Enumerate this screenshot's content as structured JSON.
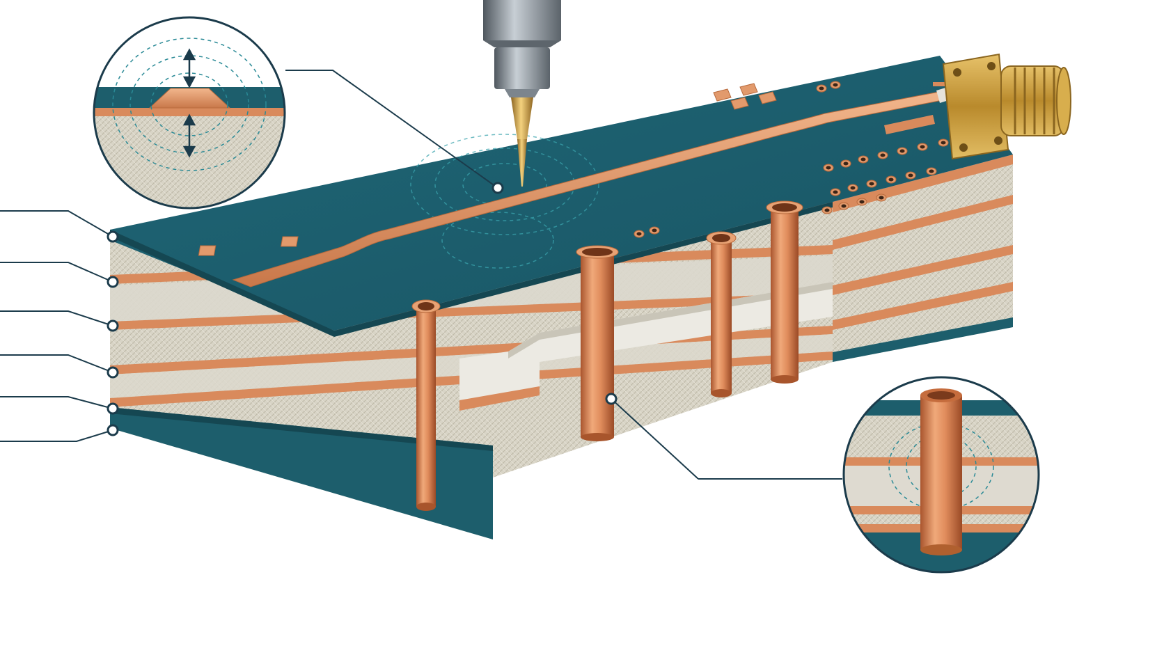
{
  "figure": {
    "subject": "pcb-stackup-cross-section",
    "colors": {
      "background": "#ffffff",
      "solder_mask": "#1d5e6c",
      "solder_mask_dark": "#154752",
      "copper": "#d98a5c",
      "copper_light": "#f0b48c",
      "dielectric": "#d9d6cb",
      "dielectric_dark": "#bcb8aa",
      "leader_line": "#1b3b4b",
      "probe_steel": "#7c858d",
      "probe_gold": "#c99a3e",
      "connector_gold": "#c7962f",
      "field_dash": "#2a8a96"
    },
    "icons": [
      "rf-probe-icon",
      "sma-connector-icon",
      "plated-via-icon",
      "microstrip-trace-icon",
      "magnifier-callout-icon",
      "field-lines-icon"
    ],
    "layers": [
      {
        "id": "top-solder-mask",
        "material": "solder-mask"
      },
      {
        "id": "core-1",
        "material": "woven-glass-dielectric"
      },
      {
        "id": "prepreg-1",
        "material": "dielectric"
      },
      {
        "id": "core-2",
        "material": "woven-glass-dielectric"
      },
      {
        "id": "inner-copper",
        "material": "copper"
      },
      {
        "id": "bottom-solder-mask",
        "material": "solder-mask"
      }
    ],
    "callouts": [
      {
        "id": "trace-detail",
        "shows": "microstrip-cross-section"
      },
      {
        "id": "via-detail",
        "shows": "plated-via-cross-section"
      }
    ]
  }
}
